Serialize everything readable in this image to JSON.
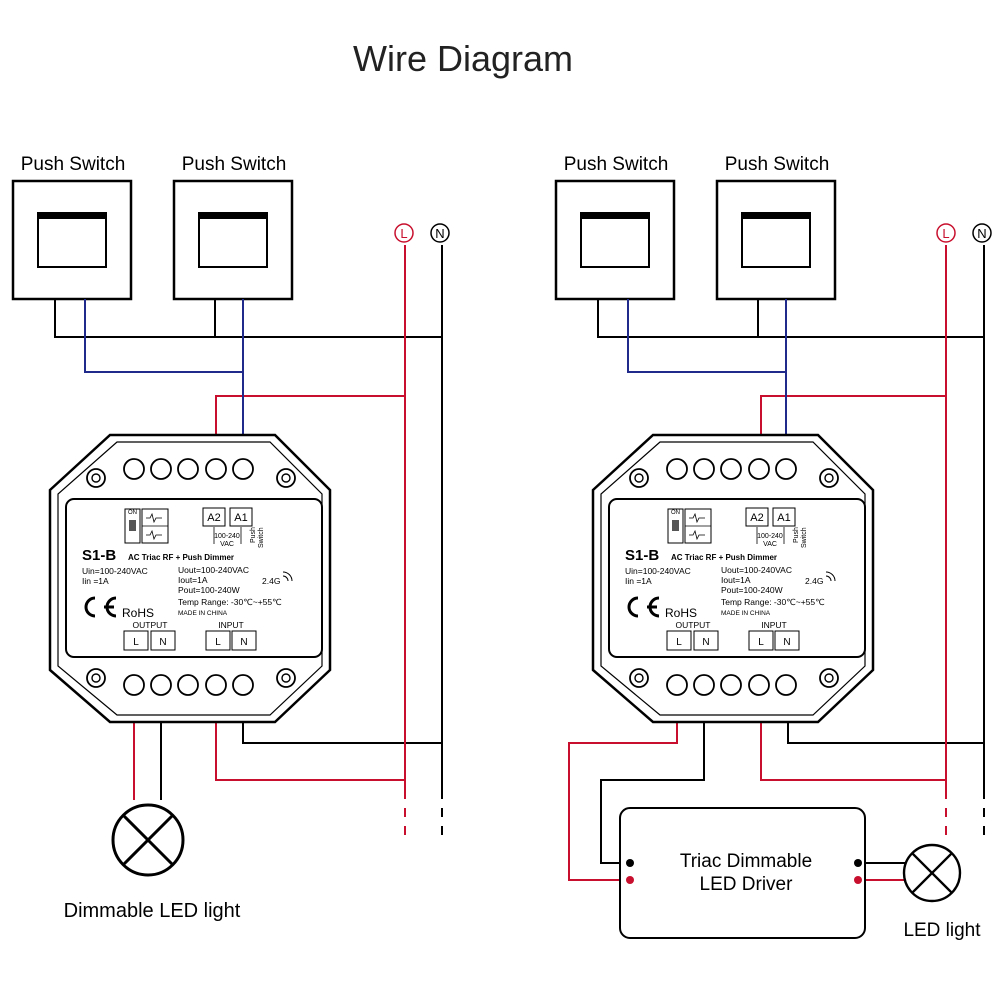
{
  "title": "Wire Diagram",
  "colors": {
    "live": "#c8102e",
    "neutral": "#000000",
    "switch": "#1f2a8a"
  },
  "terminals": {
    "live": "L",
    "neutral": "N"
  },
  "left": {
    "switch_1_label": "Push Switch",
    "switch_2_label": "Push Switch",
    "load_label": "Dimmable LED light"
  },
  "right": {
    "switch_1_label": "Push Switch",
    "switch_2_label": "Push Switch",
    "driver_line_1": "Triac Dimmable",
    "driver_line_2": "LED Driver",
    "load_label": "LED light"
  },
  "device": {
    "model": "S1-B",
    "subtitle": "AC Triac RF + Push Dimmer",
    "uin": "Uin=100-240VAC",
    "iin": "Iin =1A",
    "uout": "Uout=100-240VAC",
    "iout": "Iout=1A",
    "pout": "Pout=100-240W",
    "temp": "Temp Range: -30℃~+55℃",
    "made": "MADE IN CHINA",
    "band": "2.4G",
    "ce": "CE",
    "rohs": "RoHS",
    "output_label": "OUTPUT",
    "input_label": "INPUT",
    "term_L": "L",
    "term_N": "N",
    "a2": "A2",
    "a1": "A1",
    "vac_1": "100-240",
    "vac_2": "VAC",
    "push_1": "Push",
    "push_2": "Switch",
    "on": "ON"
  }
}
